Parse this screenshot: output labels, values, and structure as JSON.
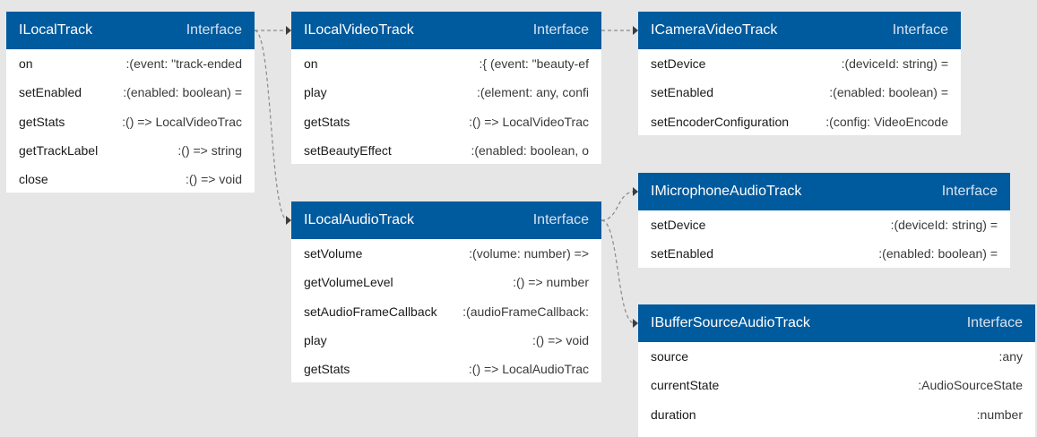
{
  "colors": {
    "header_bg": "#005a9e",
    "header_text": "#ffffff",
    "canvas_bg": "#e6e6e6",
    "edge": "#8a8a8a",
    "edge_end": "#3d3d3d"
  },
  "nodes": [
    {
      "id": "ILocalTrack",
      "title": "ILocalTrack",
      "kind": "Interface",
      "rows": [
        {
          "name": "on",
          "type": ":(event: \"track-ended"
        },
        {
          "name": "setEnabled",
          "type": ":(enabled: boolean) ="
        },
        {
          "name": "getStats",
          "type": ":() => LocalVideoTrac"
        },
        {
          "name": "getTrackLabel",
          "type": ":() => string"
        },
        {
          "name": "close",
          "type": ":() => void"
        }
      ]
    },
    {
      "id": "ILocalVideoTrack",
      "title": "ILocalVideoTrack",
      "kind": "Interface",
      "rows": [
        {
          "name": "on",
          "type": ":{ (event: \"beauty-ef"
        },
        {
          "name": "play",
          "type": ":(element: any, confi"
        },
        {
          "name": "getStats",
          "type": ":() => LocalVideoTrac"
        },
        {
          "name": "setBeautyEffect",
          "type": ":(enabled: boolean, o"
        }
      ]
    },
    {
      "id": "ICameraVideoTrack",
      "title": "ICameraVideoTrack",
      "kind": "Interface",
      "rows": [
        {
          "name": "setDevice",
          "type": ":(deviceId: string) ="
        },
        {
          "name": "setEnabled",
          "type": ":(enabled: boolean) ="
        },
        {
          "name": "setEncoderConfiguration",
          "type": ":(config: VideoEncode"
        }
      ]
    },
    {
      "id": "ILocalAudioTrack",
      "title": "ILocalAudioTrack",
      "kind": "Interface",
      "rows": [
        {
          "name": "setVolume",
          "type": ":(volume: number) =>"
        },
        {
          "name": "getVolumeLevel",
          "type": ":() => number"
        },
        {
          "name": "setAudioFrameCallback",
          "type": ":(audioFrameCallback:"
        },
        {
          "name": "play",
          "type": ":() => void"
        },
        {
          "name": "getStats",
          "type": ":() => LocalAudioTrac"
        }
      ]
    },
    {
      "id": "IMicrophoneAudioTrack",
      "title": "IMicrophoneAudioTrack",
      "kind": "Interface",
      "rows": [
        {
          "name": "setDevice",
          "type": ":(deviceId: string) ="
        },
        {
          "name": "setEnabled",
          "type": ":(enabled: boolean) ="
        }
      ]
    },
    {
      "id": "IBufferSourceAudioTrack",
      "title": "IBufferSourceAudioTrack",
      "kind": "Interface",
      "rows": [
        {
          "name": "source",
          "type": ":any"
        },
        {
          "name": "currentState",
          "type": ":AudioSourceState"
        },
        {
          "name": "duration",
          "type": ":number"
        }
      ]
    }
  ],
  "edges": [
    {
      "from": "ILocalTrack",
      "to": "ILocalVideoTrack"
    },
    {
      "from": "ILocalTrack",
      "to": "ILocalAudioTrack"
    },
    {
      "from": "ILocalVideoTrack",
      "to": "ICameraVideoTrack"
    },
    {
      "from": "ILocalAudioTrack",
      "to": "IMicrophoneAudioTrack"
    },
    {
      "from": "ILocalAudioTrack",
      "to": "IBufferSourceAudioTrack"
    }
  ]
}
